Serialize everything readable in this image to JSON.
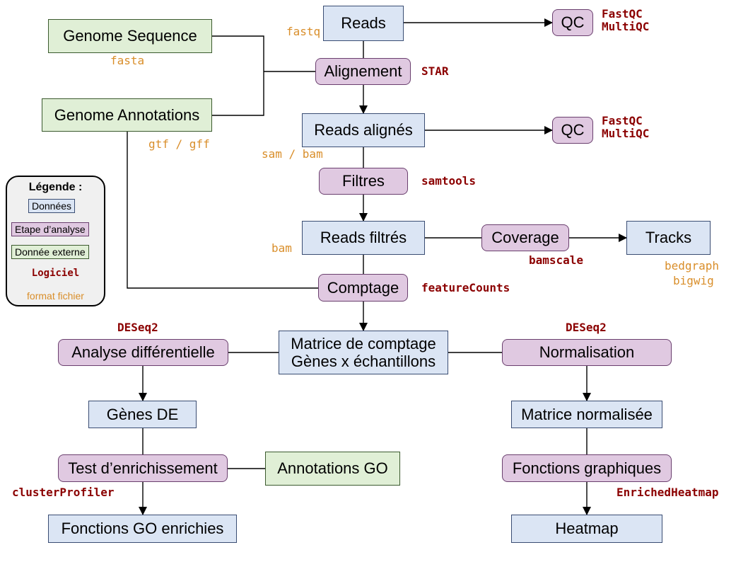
{
  "nodes": {
    "reads": "Reads",
    "qc1": "QC",
    "genome_sequence": "Genome Sequence",
    "alignement": "Alignement",
    "genome_annotations": "Genome Annotations",
    "reads_alignes": "Reads alignés",
    "qc2": "QC",
    "filtres": "Filtres",
    "reads_filtres": "Reads filtrés",
    "coverage": "Coverage",
    "tracks": "Tracks",
    "comptage": "Comptage",
    "matrice_line1": "Matrice de comptage",
    "matrice_line2": "Gènes x échantillons",
    "analyse_diff": "Analyse différentielle",
    "normalisation": "Normalisation",
    "genes_de": "Gènes DE",
    "matrice_normalisee": "Matrice normalisée",
    "test_enrichissement": "Test d’enrichissement",
    "annotations_go": "Annotations GO",
    "fonctions_graphiques": "Fonctions graphiques",
    "fonctions_go": "Fonctions GO enrichies",
    "heatmap": "Heatmap"
  },
  "formats": {
    "fastq": "fastq",
    "fasta": "fasta",
    "gtf_gff": "gtf / gff",
    "sam_bam": "sam / bam",
    "bam": "bam",
    "bedgraph": "bedgraph",
    "bigwig": "bigwig"
  },
  "software": {
    "qc1_line1": "FastQC",
    "qc1_line2": "MultiQC",
    "star": "STAR",
    "qc2_line1": "FastQC",
    "qc2_line2": "MultiQC",
    "samtools": "samtools",
    "bamscale": "bamscale",
    "featurecounts": "featureCounts",
    "deseq2_left": "DESeq2",
    "deseq2_right": "DESeq2",
    "clusterprofiler": "clusterProfiler",
    "enrichedheatmap": "EnrichedHeatmap"
  },
  "legend": {
    "title": "Légende :",
    "donnees": "Données",
    "etape": "Etape d’analyse",
    "externe": "Donnée externe",
    "logiciel": "Logiciel",
    "format": "format fichier"
  },
  "colors": {
    "data_fill": "#dbe5f4",
    "step_fill": "#e0c9e1",
    "external_fill": "#e0efd6",
    "format_text": "#d98e2a",
    "software_text": "#8b0000"
  }
}
